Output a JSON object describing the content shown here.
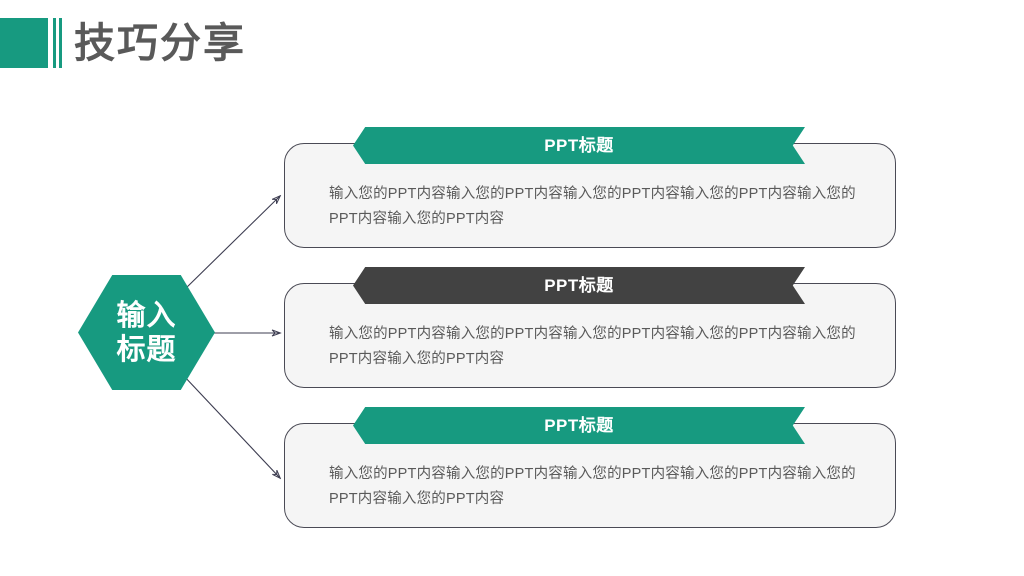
{
  "slide": {
    "title": "技巧分享",
    "background_color": "#ffffff",
    "accent_color": "#179a80",
    "dark_color": "#424242",
    "title_color": "#595959",
    "card_fill": "#f5f5f5",
    "card_border": "#4a4a55"
  },
  "hexagon": {
    "name": "输入标题",
    "line1": "输入",
    "line2": "标题",
    "fill": "#179a80",
    "text_color": "#ffffff"
  },
  "cards": [
    {
      "header": "PPT标题",
      "header_color": "#179a80",
      "body": "输入您的PPT内容输入您的PPT内容输入您的PPT内容输入您的PPT内容输入您的PPT内容输入您的PPT内容"
    },
    {
      "header": "PPT标题",
      "header_color": "#424242",
      "body": "输入您的PPT内容输入您的PPT内容输入您的PPT内容输入您的PPT内容输入您的PPT内容输入您的PPT内容"
    },
    {
      "header": "PPT标题",
      "header_color": "#179a80",
      "body": "输入您的PPT内容输入您的PPT内容输入您的PPT内容输入您的PPT内容输入您的PPT内容输入您的PPT内容"
    }
  ],
  "connectors": {
    "line_color": "#3c3c50",
    "count": 3
  }
}
